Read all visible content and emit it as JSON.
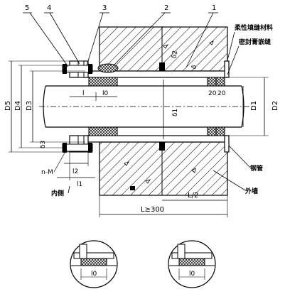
{
  "callouts": [
    "5",
    "4",
    "3",
    "2",
    "1"
  ],
  "labels": {
    "flexible_filler": "柔性填缝材料",
    "sealing_paste": "密封膏嵌缝",
    "steel_pipe": "钢管",
    "outer_wall": "外墙",
    "inner_side": "内侧"
  },
  "dims": {
    "D5": "D5",
    "D4": "D4",
    "D3": "D3",
    "D1": "D1",
    "D2": "D2",
    "delta": "δ",
    "delta1": "δ1",
    "delta2": "δ2",
    "delta3": "δ3",
    "l": "l",
    "l0": "l0",
    "l1": "l1",
    "l2": "l2",
    "n_M": "n-M",
    "twenty_a": "20",
    "twenty_b": "20",
    "L_half": "L/2",
    "L_total": "L≥300",
    "detail_left_l0": "l0",
    "detail_right_l0": "l0"
  }
}
